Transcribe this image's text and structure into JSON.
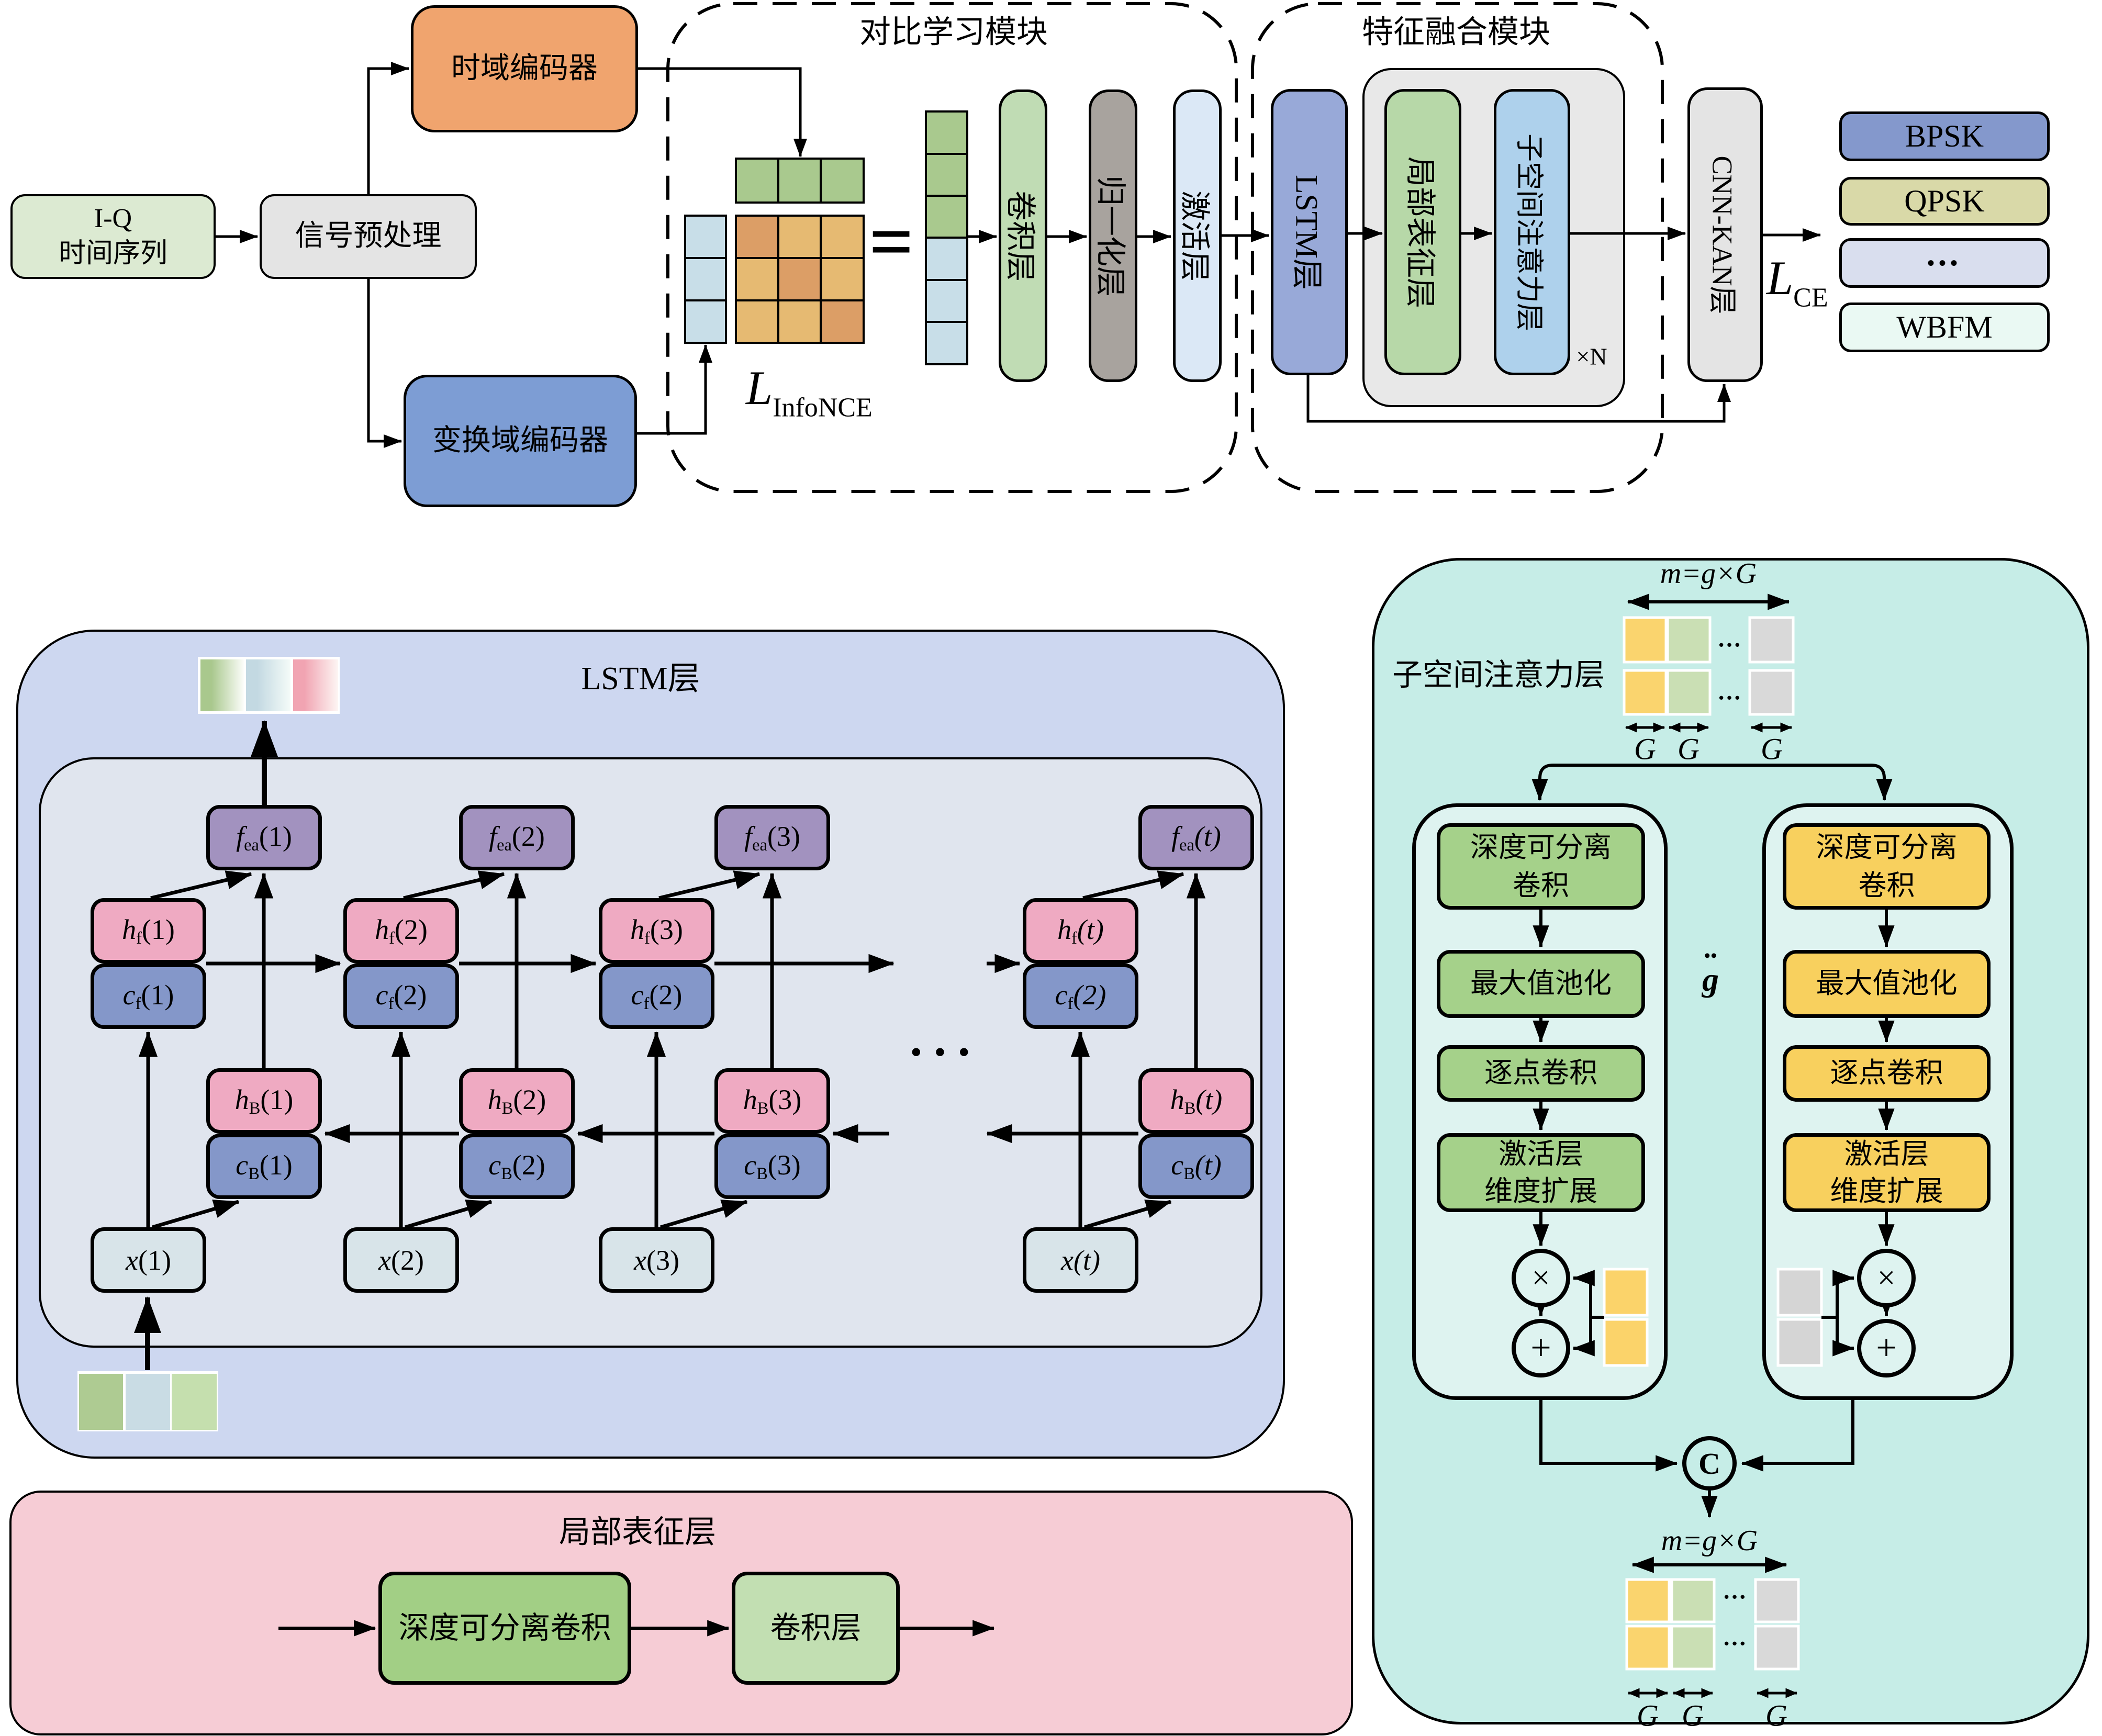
{
  "palette": {
    "iq_fill": "#dcead2",
    "preprocess_fill": "#e4e4e4",
    "time_encoder_fill": "#f0a46e",
    "transform_encoder_fill": "#7d9dd4",
    "cell_green": "#a9c98e",
    "cell_blue": "#c8dee8",
    "matrix_light": "#e6ba72",
    "matrix_dark": "#dc9e66",
    "conv_fill": "#c0dcb4",
    "norm_fill": "#a8a39e",
    "act_fill": "#dbe8f6",
    "lstm_fill": "#98a9d8",
    "graybox_fill": "#e8e8e8",
    "local_fill": "#b7d8a8",
    "subspace_fill": "#aed1ec",
    "cnnkan_fill": "#e4e4e4",
    "bpsk_fill": "#8498cc",
    "qpsk_fill": "#d9d9a8",
    "dots_fill": "#d9deee",
    "wbfm_fill": "#eaf9f3",
    "lstm_outer": "#cdd7f0",
    "lstm_inner": "#e0e5ee",
    "fea_fill": "#a292bf",
    "h_fill": "#efaac2",
    "c_fill": "#8497c9",
    "x_fill": "#d8e4e9",
    "strip_green": "#a9c88d",
    "strip_blue": "#c3d9e2",
    "strip_pink": "#f1a4b2",
    "bstrip_green": "#aecb92",
    "bstrip_blue": "#c9dce4",
    "bstrip_green2": "#c5dfae",
    "pink_panel": "#f6ccd5",
    "dsc_fill": "#a2cf85",
    "convs_fill": "#c2dfb2",
    "teal_panel": "#c6ede7",
    "branch_fill": "#def3f0",
    "branch_green": "#a5d18a",
    "branch_yellow": "#f8d05e",
    "grid_yellow": "#fad46e",
    "grid_green": "#cadfb4",
    "grid_gray": "#d9d9d9",
    "side_yellow": "#fbd36a",
    "side_gray": "#d5d5d5"
  },
  "pipeline": {
    "iq_line1": "I-Q",
    "iq_line2": "时间序列",
    "preprocess": "信号预处理",
    "time_encoder": "时域编码器",
    "transform_encoder": "变换域编码器"
  },
  "contrastive": {
    "title": "对比学习模块",
    "equals": "=",
    "loss_main": "L",
    "loss_sub": "InfoNCE",
    "conv": "卷积层",
    "norm": "归一化层",
    "act": "激活层"
  },
  "fusion": {
    "title": "特征融合模块",
    "lstm": "LSTM层",
    "local": "局部表征层",
    "subspace": "子空间注意力层",
    "repeat": "×N",
    "cnnkan": "CNN-KAN层",
    "loss_main": "L",
    "loss_sub": "CE"
  },
  "outputs": {
    "o1": "BPSK",
    "o2": "QPSK",
    "o3": "•••",
    "o4": "WBFM"
  },
  "lstm_panel": {
    "title": "LSTM层",
    "gap_dots": "···",
    "fea": {
      "main": "f",
      "sub": "ea",
      "a1": "(1)",
      "a2": "(2)",
      "a3": "(3)",
      "a4": "(t)"
    },
    "hf": {
      "main": "h",
      "sub": "f",
      "a1": "(1)",
      "a2": "(2)",
      "a3": "(3)",
      "a4": "(t)"
    },
    "cf": {
      "main": "c",
      "sub": "f",
      "a1": "(1)",
      "a2": "(2)",
      "a3": "(2)",
      "a4": "(2)"
    },
    "hb": {
      "main": "h",
      "sub": "B",
      "a1": "(1)",
      "a2": "(2)",
      "a3": "(3)",
      "a4": "(t)"
    },
    "cb": {
      "main": "c",
      "sub": "B",
      "a1": "(1)",
      "a2": "(2)",
      "a3": "(3)",
      "a4": "(t)"
    },
    "x": {
      "main": "x",
      "a1": "(1)",
      "a2": "(2)",
      "a3": "(3)",
      "a4": "(t)"
    }
  },
  "local_panel": {
    "title": "局部表征层",
    "dsc": "深度可分离卷积",
    "conv": "卷积层"
  },
  "subspace_panel": {
    "title": "子空间注意力层",
    "m_top": "m=g×G",
    "m_bottom": "m=g×G",
    "g1": "G",
    "g2": "G",
    "g3": "G",
    "g4": "G",
    "g5": "G",
    "g6": "G",
    "ghat": "g",
    "ghat_dots": "¨",
    "dsc_l1": "深度可分离",
    "dsc_l2": "卷积",
    "pool": "最大值池化",
    "pw": "逐点卷积",
    "act_l1": "激活层",
    "act_l2": "维度扩展",
    "times_left": "×",
    "plus_left": "+",
    "times_right": "×",
    "plus_right": "+",
    "concat": "C",
    "dots1": "···",
    "dots2": "···",
    "dots3": "···",
    "dots4": "···"
  }
}
